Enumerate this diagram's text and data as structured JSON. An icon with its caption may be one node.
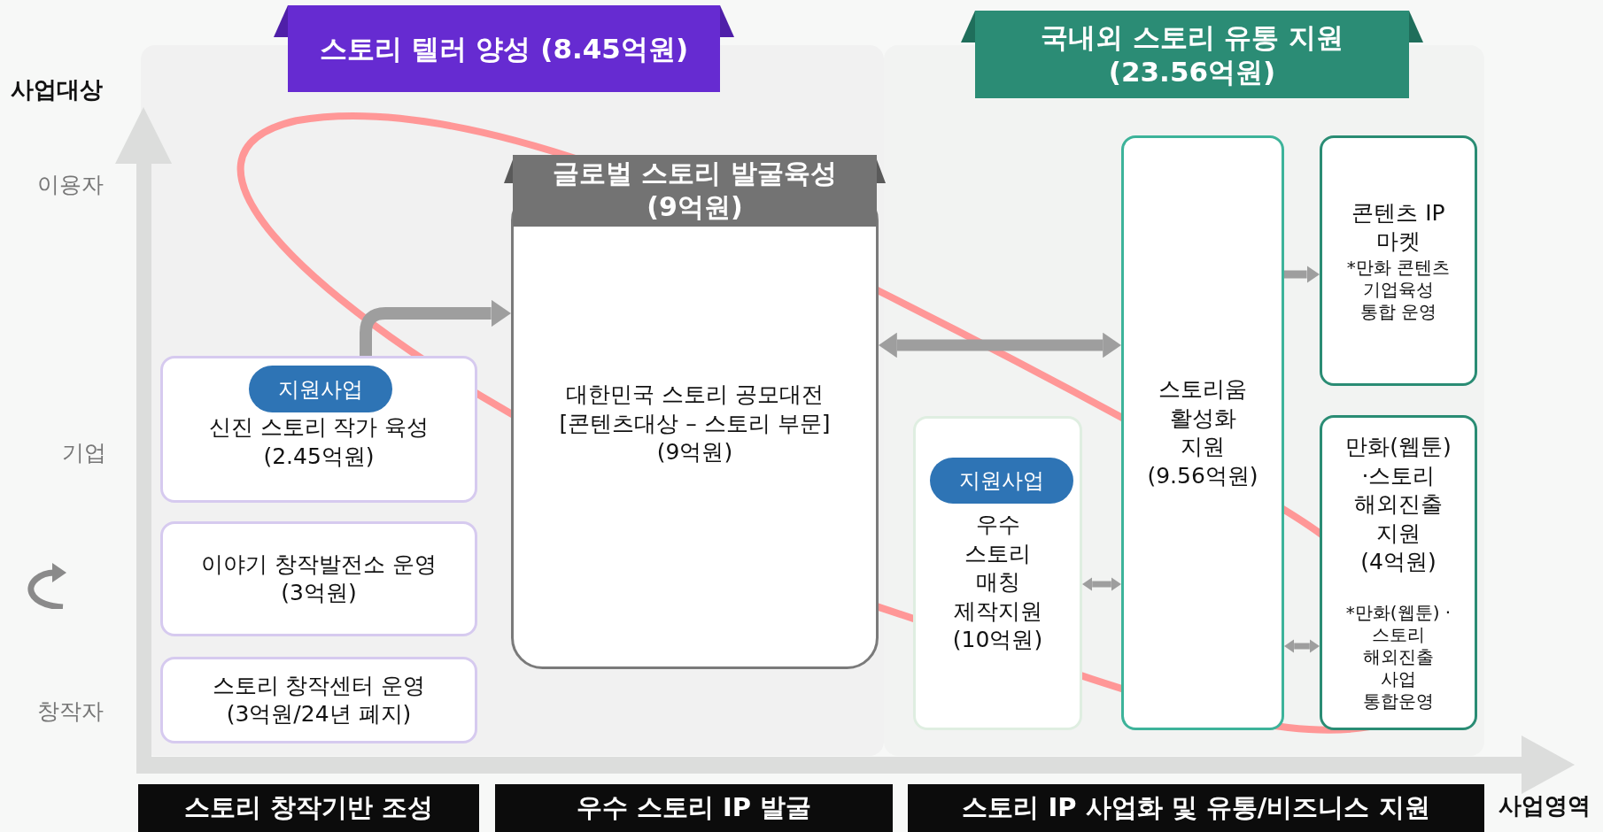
{
  "diagram": {
    "nodes": [
      {
        "text": [
          "스토리 텔러 양성 (8.45억원)"
        ]
      },
      {
        "text": [
          "국내외 스토리 유통 지원 (23.56억원)"
        ]
      },
      {
        "text": [
          "글로벌 스토리 발굴육성 (9억원)",
          "대한민국 스토리 공모대전 [콘텐츠대상 – 스토리 부문] (9억원)"
        ]
      },
      {
        "text": [
          "스토리움 활성화 지원 (9.56억원)"
        ]
      },
      {
        "text": [
          "콘텐츠 IP 마켓",
          "*만화 콘텐츠 기업육성 통합 운영"
        ]
      },
      {
        "text": [
          "신진 스토리 작가 육성 (2.45억원)"
        ]
      },
      {
        "text": [
          "지원사업"
        ],
        "in": 5
      },
      {
        "text": [
          "만화(웹툰) ·스토리 해외진출 지원 (4억원)",
          "*만화(웹툰) ·스토리 해외진출 사업 통합운영"
        ]
      },
      {
        "text": [
          "우수 스토리 매칭 제작지원 (10억원)"
        ]
      },
      {
        "text": [
          "지원사업"
        ],
        "in": 8
      },
      {
        "text": [
          "이야기 창작발전소 운영 (3억원)"
        ]
      },
      {
        "text": [
          "스토리 창작센터 운영 (3억원/24년 폐지)"
        ]
      },
      {
        "text": [
          "스토리 창작기반 조성"
        ]
      },
      {
        "text": [
          "우수 스토리 IP 발굴"
        ]
      },
      {
        "text": [
          "스토리 IP 사업화 및 유통/비즈니스 지원"
        ]
      }
    ],
    "edges": [
      {
        "from": 5,
        "to": 2,
        "arrow": "to"
      },
      {
        "from": 2,
        "to": 3,
        "arrow": "both"
      },
      {
        "from": 8,
        "to": 3,
        "arrow": "both"
      },
      {
        "from": 3,
        "to": 4,
        "arrow": "to"
      },
      {
        "from": 3,
        "to": 7,
        "arrow": "both"
      }
    ],
    "labels": [
      "사업대상",
      "이용자",
      "기업",
      "창작자",
      "사업영역"
    ]
  }
}
